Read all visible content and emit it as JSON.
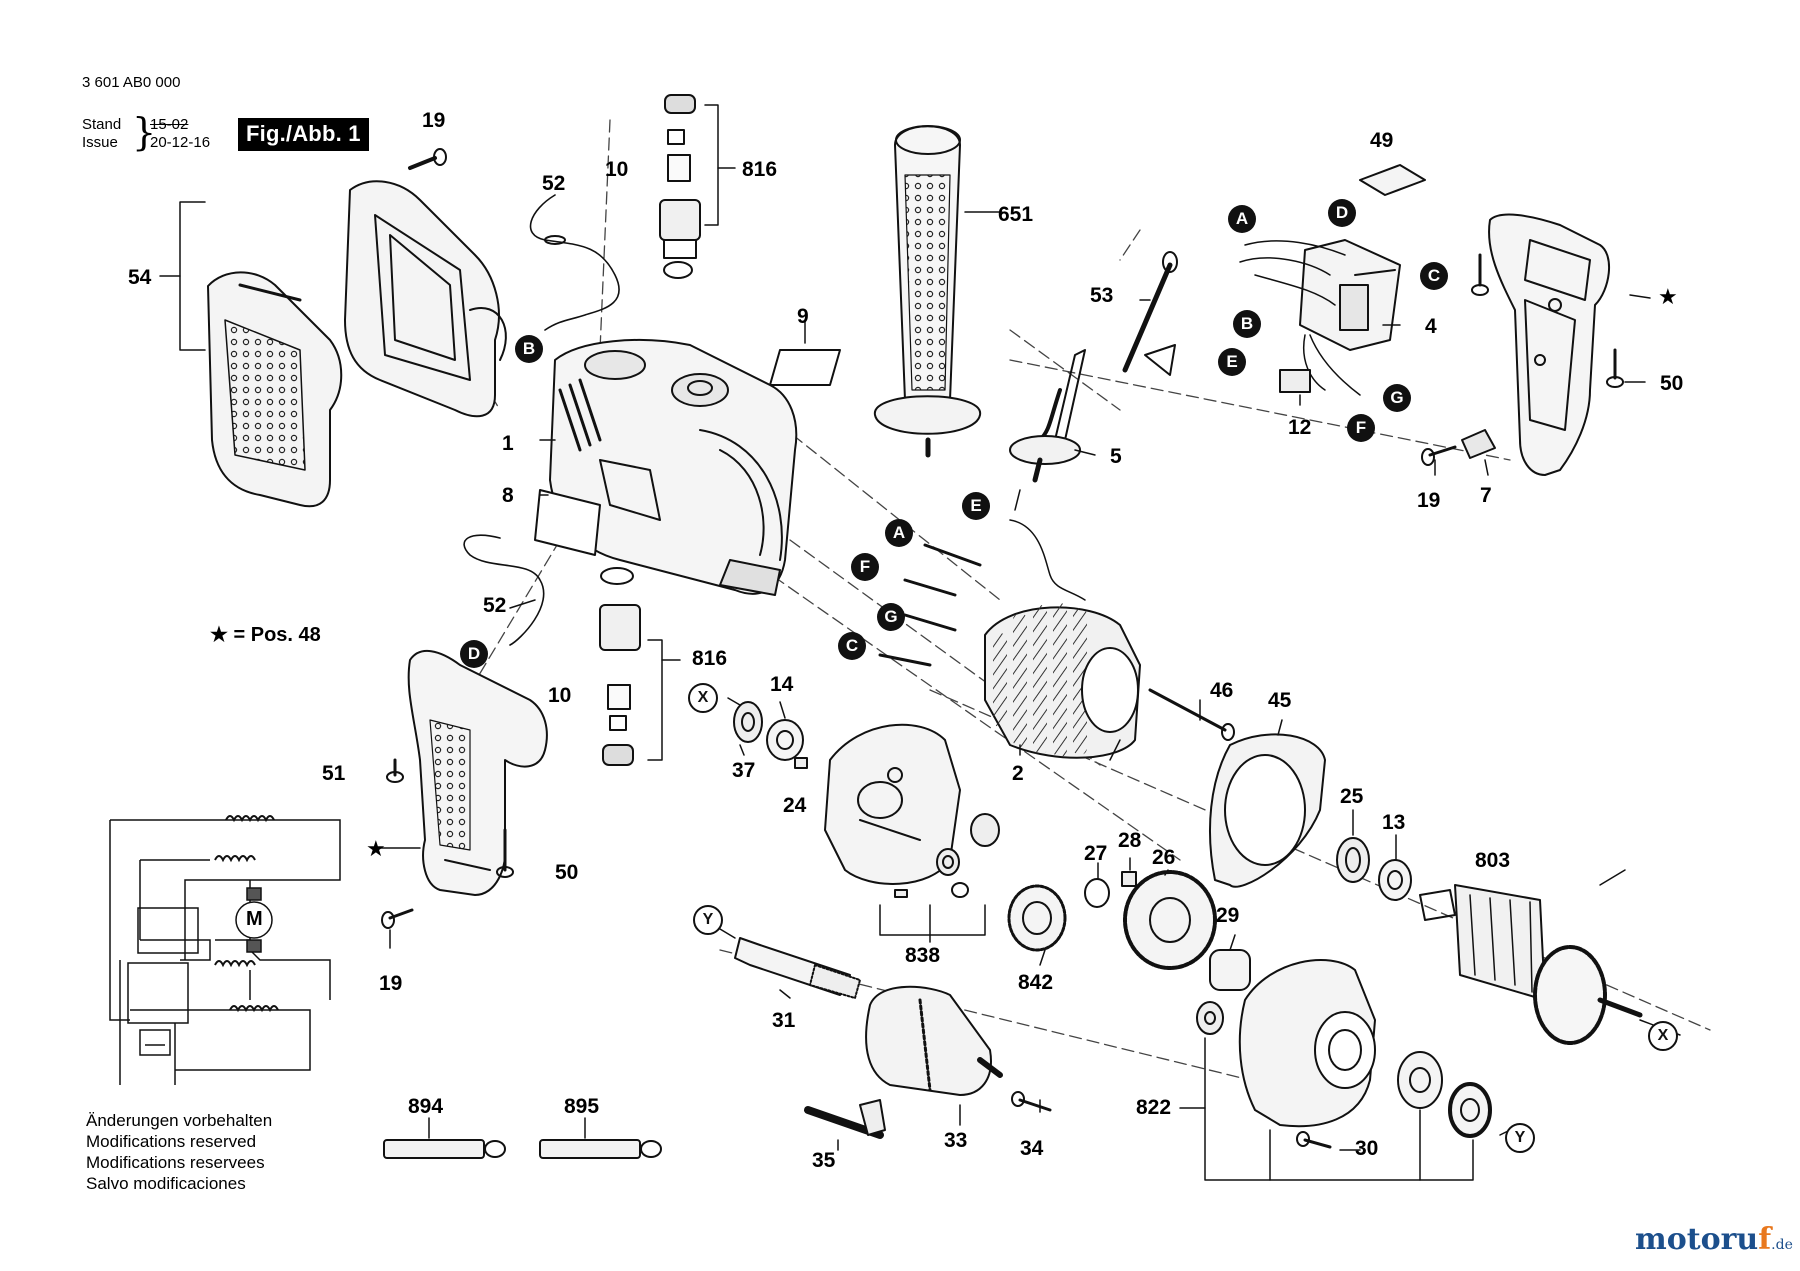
{
  "header": {
    "doc_number": "3 601 AB0 000",
    "stand_label": "Stand",
    "issue_label": "Issue",
    "stand_value": "15-02",
    "issue_value": "20-12-16",
    "fig_label": "Fig./Abb. 1"
  },
  "legend_star": "★ = Pos. 48",
  "star_symbol": "★",
  "motor_symbol": "M",
  "notes": [
    "Änderungen vorbehalten",
    "Modifications reserved",
    "Modifications reservees",
    "Salvo modificaciones"
  ],
  "logo": {
    "main": "motoru",
    "accent": "f",
    "suffix": ".de"
  },
  "part_numbers": {
    "p19a": "19",
    "p52a": "52",
    "p10a": "10",
    "p816a": "816",
    "p651": "651",
    "p49": "49",
    "p54": "54",
    "p9": "9",
    "p53": "53",
    "p4": "4",
    "p50a": "50",
    "p1": "1",
    "p12": "12",
    "p5": "5",
    "p19b": "19",
    "p7": "7",
    "p8": "8",
    "p52b": "52",
    "p816b": "816",
    "p10b": "10",
    "p14": "14",
    "p46": "46",
    "p45": "45",
    "p51": "51",
    "p37": "37",
    "p2": "2",
    "p24": "24",
    "p25": "25",
    "p13": "13",
    "p50b": "50",
    "p27": "27",
    "p28": "28",
    "p26": "26",
    "p803": "803",
    "p19c": "19",
    "p838": "838",
    "p29": "29",
    "p842": "842",
    "p31": "31",
    "p894": "894",
    "p895": "895",
    "p822": "822",
    "p33": "33",
    "p34": "34",
    "p30": "30",
    "p35": "35"
  },
  "connector_labels": {
    "A_top": "A",
    "D_top": "D",
    "C_top": "C",
    "B_left": "B",
    "B_switch": "B",
    "E_switch": "E",
    "G_switch": "G",
    "F_switch": "F",
    "E_mid": "E",
    "A_mid": "A",
    "F_mid": "F",
    "G_mid": "G",
    "C_mid": "C",
    "D_left": "D",
    "X_left": "X",
    "X_right": "X",
    "Y_left": "Y",
    "Y_right": "Y"
  }
}
